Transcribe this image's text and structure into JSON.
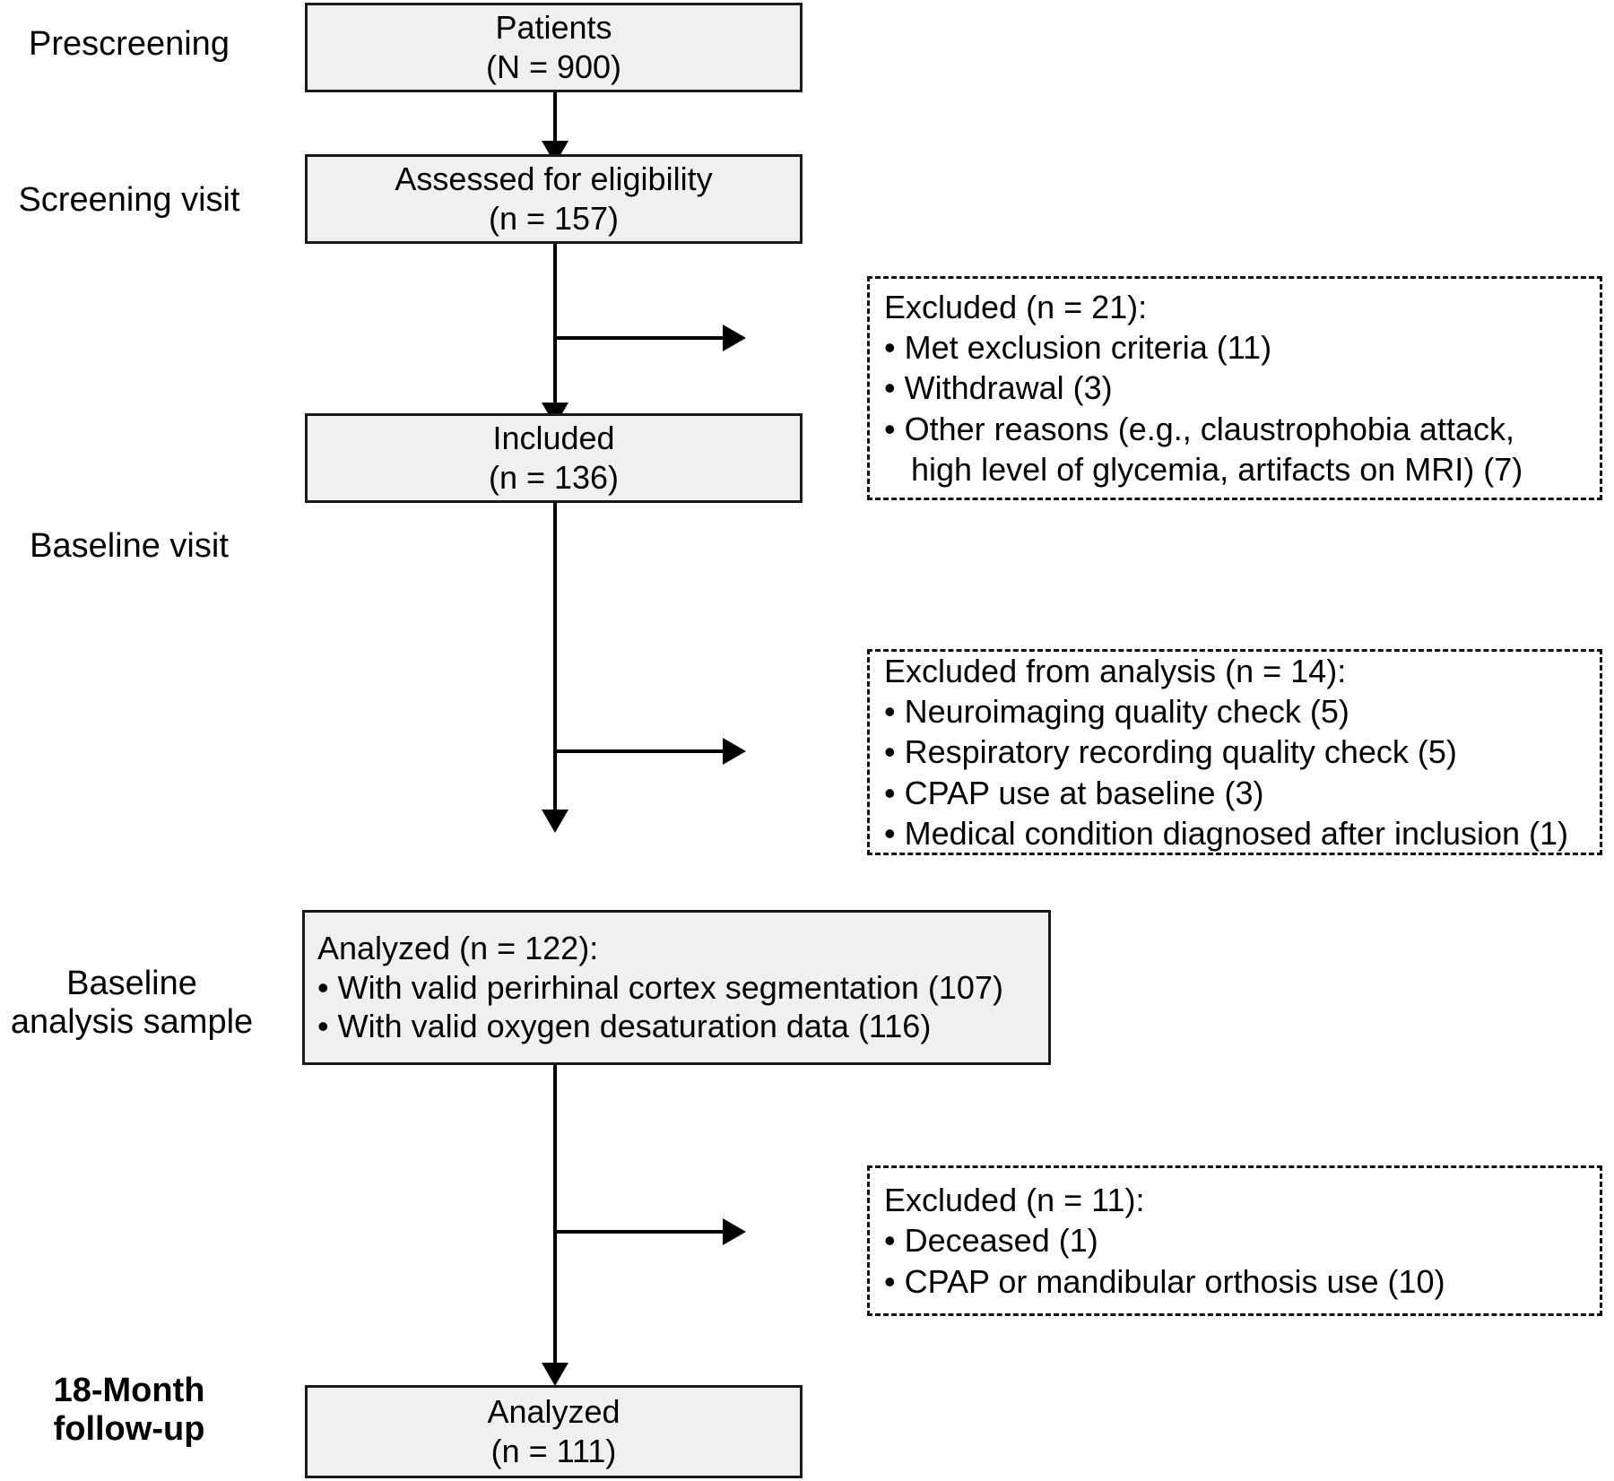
{
  "diagram": {
    "title": "Participant flow diagram",
    "type": "consort-flowchart",
    "colors": {
      "node_fill": "#f0f0f0",
      "node_border": "#1a1a1a",
      "exclusion_fill": "#ffffff",
      "exclusion_border": "#111111",
      "connector": "#000000",
      "text": "#000000",
      "background": "#ffffff"
    },
    "stages": [
      {
        "key": "prescreening",
        "label": "Prescreening"
      },
      {
        "key": "screening_visit",
        "label": "Screening visit"
      },
      {
        "key": "baseline_visit",
        "label": "Baseline visit"
      },
      {
        "key": "baseline_sample",
        "label": "Baseline\nanalysis sample"
      },
      {
        "key": "followup_18month",
        "label": "18-Month\nfollow-up"
      }
    ],
    "nodes": [
      {
        "key": "patients",
        "stage": "prescreening",
        "align": "center",
        "lines": [
          "Patients",
          "(N = 900)"
        ],
        "label": "Patients",
        "count_text": "(N = 900)",
        "count": 900,
        "count_symbol": "N"
      },
      {
        "key": "assessed",
        "stage": "screening_visit",
        "align": "center",
        "lines": [
          "Assessed for eligibility",
          "(n = 157)"
        ],
        "label": "Assessed for eligibility",
        "count_text": "(n = 157)",
        "count": 157,
        "count_symbol": "n"
      },
      {
        "key": "included",
        "stage": "baseline_visit",
        "align": "center",
        "lines": [
          "Included",
          "(n = 136)"
        ],
        "label": "Included",
        "count_text": "(n = 136)",
        "count": 136,
        "count_symbol": "n"
      },
      {
        "key": "analyzed_baseline",
        "stage": "baseline_sample",
        "align": "left",
        "lines": [
          "Analyzed (n = 122):",
          "• With valid perirhinal cortex segmentation (107)",
          "• With valid oxygen desaturation data (116)"
        ],
        "label": "Analyzed (n = 122):",
        "count": 122,
        "count_symbol": "n",
        "items": [
          {
            "text": "With valid perirhinal cortex segmentation",
            "count": 107
          },
          {
            "text": "With valid oxygen desaturation data",
            "count": 116
          }
        ]
      },
      {
        "key": "analyzed_followup",
        "stage": "followup_18month",
        "align": "center",
        "lines": [
          "Analyzed",
          "(n = 111)"
        ],
        "label": "Analyzed",
        "count_text": "(n = 111)",
        "count": 111,
        "count_symbol": "n"
      }
    ],
    "exclusions": [
      {
        "key": "excluded_screening",
        "after_node": "assessed",
        "header": "Excluded (n = 21):",
        "count": 21,
        "lines": [
          "Excluded (n = 21):",
          "• Met exclusion criteria (11)",
          "• Withdrawal (3)",
          "• Other reasons (e.g., claustrophobia attack,",
          "   high level of glycemia, artifacts on MRI) (7)"
        ],
        "items": [
          {
            "text": "Met exclusion criteria",
            "count": 11
          },
          {
            "text": "Withdrawal",
            "count": 3
          },
          {
            "text": "Other reasons (e.g., claustrophobia attack, high level of glycemia, artifacts on MRI)",
            "count": 7
          }
        ]
      },
      {
        "key": "excluded_analysis",
        "after_node": "included",
        "header": "Excluded from analysis (n = 14):",
        "count": 14,
        "lines": [
          "Excluded from analysis (n = 14):",
          "• Neuroimaging quality check (5)",
          "• Respiratory recording quality check (5)",
          "• CPAP use at baseline (3)",
          "• Medical condition diagnosed after inclusion (1)"
        ],
        "items": [
          {
            "text": "Neuroimaging quality check",
            "count": 5
          },
          {
            "text": "Respiratory recording quality check",
            "count": 5
          },
          {
            "text": "CPAP use at baseline",
            "count": 3
          },
          {
            "text": "Medical condition diagnosed after inclusion",
            "count": 1
          }
        ]
      },
      {
        "key": "excluded_followup",
        "after_node": "analyzed_baseline",
        "header": "Excluded (n = 11):",
        "count": 11,
        "lines": [
          "Excluded (n = 11):",
          "• Deceased (1)",
          "• CPAP or mandibular orthosis use (10)"
        ],
        "items": [
          {
            "text": "Deceased",
            "count": 1
          },
          {
            "text": "CPAP or mandibular orthosis use",
            "count": 10
          }
        ]
      }
    ]
  }
}
